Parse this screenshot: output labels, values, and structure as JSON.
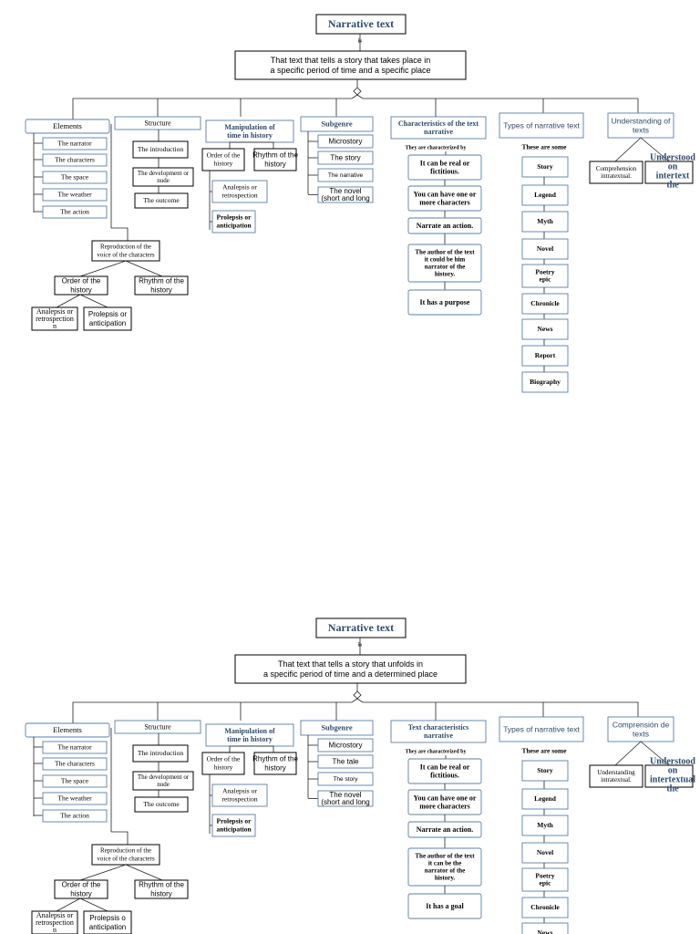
{
  "colors": {
    "line": "#222222",
    "blue_border": "#5b7fa6",
    "blue_text": "#2e4a6b",
    "black": "#000000",
    "white": "#ffffff"
  },
  "maps": [
    {
      "title": "Narrative text",
      "is_label": "is",
      "definition": [
        "That text that tells a story that takes place in",
        "a specific period of time and a specific place"
      ],
      "elements": {
        "header": "Elements",
        "items": [
          "The narrator",
          "The characters",
          "The space",
          "The weather",
          "The action"
        ]
      },
      "structure": {
        "header": "Structure",
        "items": [
          [
            "The introduction"
          ],
          [
            "The development or",
            "nude"
          ],
          [
            "The outcome"
          ]
        ]
      },
      "reproduction": {
        "label": [
          "Reproduction of the",
          "voice of the characters"
        ],
        "order": [
          "Order of the",
          "history"
        ],
        "rhythm": [
          "Rhythm of the",
          "history"
        ],
        "analepsis": [
          "Analepsis or",
          "retrospection",
          "n"
        ],
        "prolepsis": [
          "Prolepsis or",
          "anticipation"
        ]
      },
      "manipulation": {
        "header": [
          "Manipulation of",
          "time in history"
        ],
        "order": [
          "Order of the",
          "history"
        ],
        "rhythm": [
          "Rhythm of the",
          "history"
        ],
        "analepsis": [
          "Analepsis or",
          "retrospection"
        ],
        "prolepsis": [
          "Prolepsis or",
          "anticipation"
        ]
      },
      "subgenre": {
        "header": "Subgenre",
        "items": [
          [
            "Microstory"
          ],
          [
            "The story"
          ],
          [
            "The narrative"
          ],
          [
            "The novel",
            "(short and long"
          ]
        ]
      },
      "characteristics": {
        "header": [
          "Characteristics of the text",
          "narrative"
        ],
        "note": "They are characterized by",
        "items": [
          [
            "It can be real or",
            "fictitious."
          ],
          [
            "You can have one or",
            "more characters"
          ],
          [
            "Narrate an action."
          ],
          [
            "The author of the text",
            "it could be him",
            "narrator of the",
            "history."
          ],
          [
            "It has a purpose"
          ]
        ]
      },
      "types": {
        "header": "Types of narrative text",
        "note": "These are some",
        "items": [
          [
            "Story"
          ],
          [
            "Legend"
          ],
          [
            "Myth"
          ],
          [
            "Novel"
          ],
          [
            "Poetry",
            "epic"
          ],
          [
            "Chronicle"
          ],
          [
            "News"
          ],
          [
            "Report"
          ],
          [
            "Biography"
          ]
        ]
      },
      "understanding": {
        "header": [
          "Understanding of",
          "texts"
        ],
        "comprehension": [
          "Comprehension",
          "intratextual."
        ],
        "understood": [
          "Understood",
          "on",
          "intertext",
          "the"
        ]
      }
    },
    {
      "title": "Narrative text",
      "is_label": "is",
      "definition": [
        "That text that tells a story that unfolds in",
        "a specific period of time and a determined place"
      ],
      "elements": {
        "header": "Elements",
        "items": [
          "The narrator",
          "The characters",
          "The space",
          "The weather",
          "The action"
        ]
      },
      "structure": {
        "header": "Structure",
        "items": [
          [
            "The introduction"
          ],
          [
            "The development or",
            "nude"
          ],
          [
            "The outcome"
          ]
        ]
      },
      "reproduction": {
        "label": [
          "Reproduction of the",
          "voice of the characters"
        ],
        "order": [
          "Order of the",
          "history"
        ],
        "rhythm": [
          "Rhythm of the",
          "history"
        ],
        "analepsis": [
          "Analepsis or",
          "retrospection",
          "n"
        ],
        "prolepsis": [
          "Prolepsis o",
          "anticipation"
        ]
      },
      "manipulation": {
        "header": [
          "Manipulation of",
          "time in history"
        ],
        "order": [
          "Order of the",
          "history"
        ],
        "rhythm": [
          "Rhythm of the",
          "history"
        ],
        "analepsis": [
          "Analepsis or",
          "retrospection"
        ],
        "prolepsis": [
          "Prolepsis or",
          "anticipation"
        ]
      },
      "subgenre": {
        "header": "Subgenre",
        "items": [
          [
            "Microstory"
          ],
          [
            "The tale"
          ],
          [
            "The story"
          ],
          [
            "The novel",
            "(short and long"
          ]
        ]
      },
      "characteristics": {
        "header": [
          "Text characteristics",
          "narrative"
        ],
        "note": "They are characterized by",
        "items": [
          [
            "It can be real or",
            "fictitious."
          ],
          [
            "You can have one or",
            "more characters"
          ],
          [
            "Narrate an action."
          ],
          [
            "The author of the text",
            "it can be the",
            "narrator of the",
            "history."
          ],
          [
            "It has a goal"
          ]
        ]
      },
      "types": {
        "header": "Types of narrative text",
        "note": "These are some",
        "items": [
          [
            "Story"
          ],
          [
            "Legend"
          ],
          [
            "Myth"
          ],
          [
            "Novel"
          ],
          [
            "Poetry",
            "epic"
          ],
          [
            "Chronicle"
          ],
          [
            "News"
          ]
        ]
      },
      "understanding": {
        "header": [
          "Comprensión de",
          "texts"
        ],
        "comprehension": [
          "Understanding",
          "intratextual."
        ],
        "understood": [
          "Understood",
          "on",
          "intertextual",
          "the"
        ]
      }
    }
  ]
}
